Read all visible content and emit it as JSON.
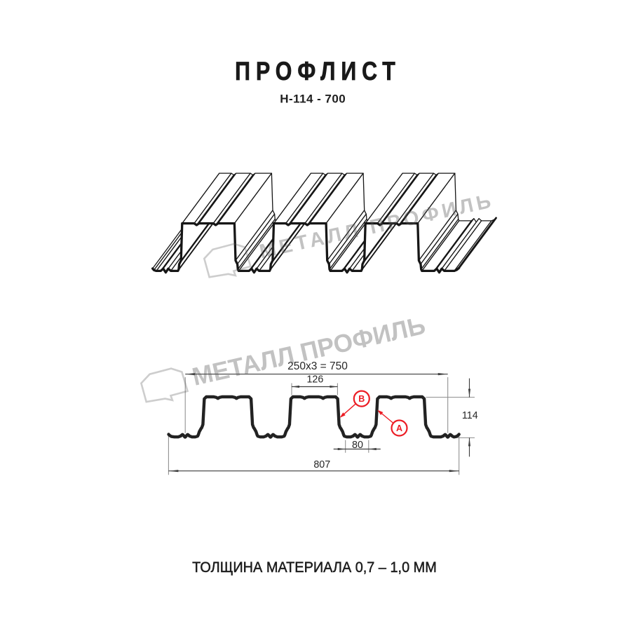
{
  "page": {
    "background": "#ffffff",
    "ink": "#1a1a1a"
  },
  "header": {
    "title": "ПРОФЛИСТ",
    "subtitle": "Н-114 - 700"
  },
  "footer": {
    "text": "ТОЛЩИНА МАТЕРИАЛА 0,7 – 1,0 ММ"
  },
  "watermark": {
    "brand": "МЕТАЛЛ ПРОФИЛЬ",
    "color": "#c7c7c7",
    "logo_icon": "metall-profil-logo"
  },
  "drawing3d": {
    "line_color": "#161616"
  },
  "section": {
    "dims": {
      "modules": "250x3 = 750",
      "rib_top_width": "126",
      "height": "114",
      "valley_width": "80",
      "overall_width": "807"
    },
    "markers": {
      "A": "А",
      "B": "В"
    },
    "marker_color": "#ec1c24",
    "dim_color": "#3f3f3f"
  }
}
